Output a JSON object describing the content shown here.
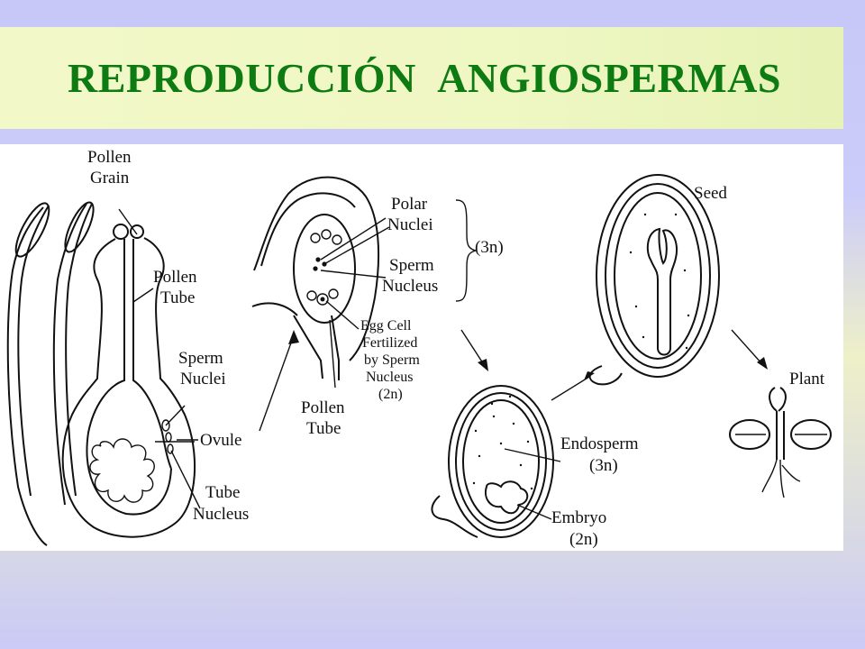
{
  "title": "REPRODUCCIÓN ANGIOSPERMAS",
  "labels": {
    "pollen_grain_1": "Pollen",
    "pollen_grain_2": "Grain",
    "pollen_tube_1": "Pollen",
    "pollen_tube_2": "Tube",
    "sperm_nuclei_1": "Sperm",
    "sperm_nuclei_2": "Nuclei",
    "ovule": "Ovule",
    "tube_nucleus_1": "Tube",
    "tube_nucleus_2": "Nucleus",
    "polar_nuclei_1": "Polar",
    "polar_nuclei_2": "Nuclei",
    "sperm_nucleus_1": "Sperm",
    "sperm_nucleus_2": "Nucleus",
    "triploid": "(3n)",
    "egg_1": "Egg Cell",
    "egg_2": "Fertilized",
    "egg_3": "by Sperm",
    "egg_4": "Nucleus",
    "egg_5": "(2n)",
    "pollen_tube_b_1": "Pollen",
    "pollen_tube_b_2": "Tube",
    "seed": "Seed",
    "plant": "Plant",
    "endosperm_1": "Endosperm",
    "endosperm_2": "(3n)",
    "embryo_1": "Embryo",
    "embryo_2": "(2n)"
  }
}
